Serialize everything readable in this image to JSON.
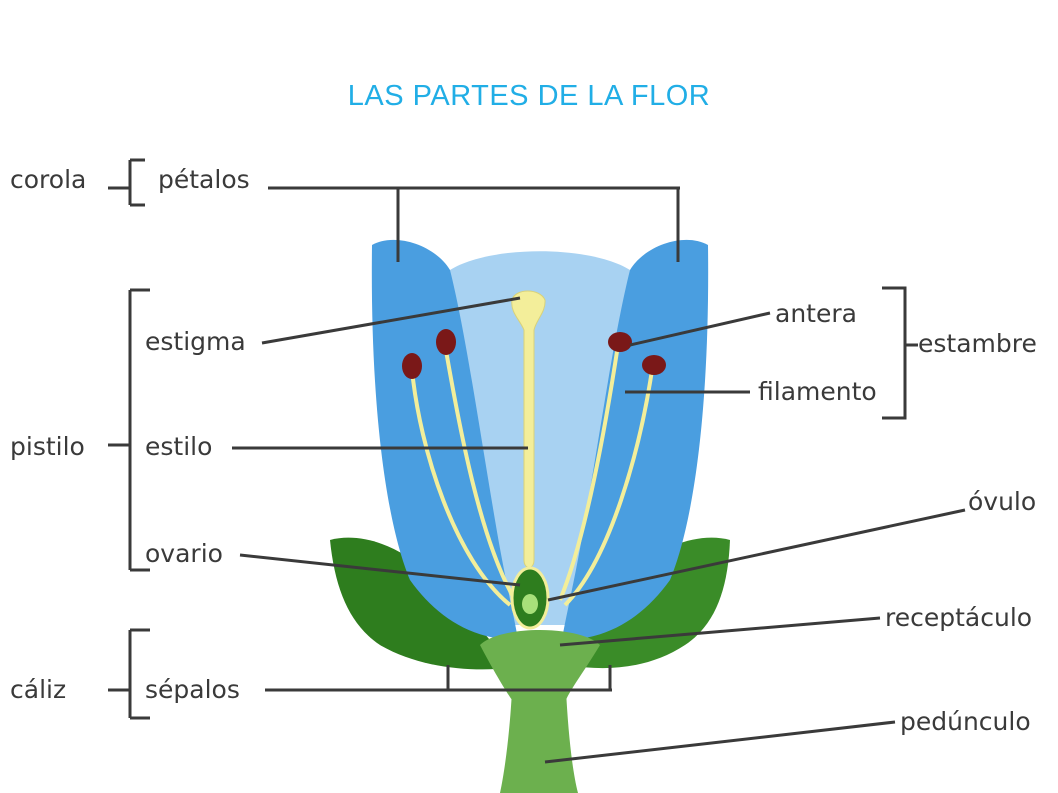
{
  "title": "LAS PARTES DE LA FLOR",
  "labels": {
    "corola": "corola",
    "petalos": "pétalos",
    "pistilo": "pistilo",
    "estigma": "estigma",
    "estilo": "estilo",
    "ovario": "ovario",
    "caliz": "cáliz",
    "sepalos": "sépalos",
    "antera": "antera",
    "filamento": "filamento",
    "estambre": "estambre",
    "ovulo": "óvulo",
    "receptaculo": "receptáculo",
    "pedunculo": "pedúnculo"
  },
  "colors": {
    "title": "#21aee6",
    "petal": "#4a9ee0",
    "inner_petal": "#a8d2f2",
    "sepal": "#2e7d1e",
    "stem": "#6cb04e",
    "pistil": "#f3ee9a",
    "anther": "#7a1818"
  }
}
